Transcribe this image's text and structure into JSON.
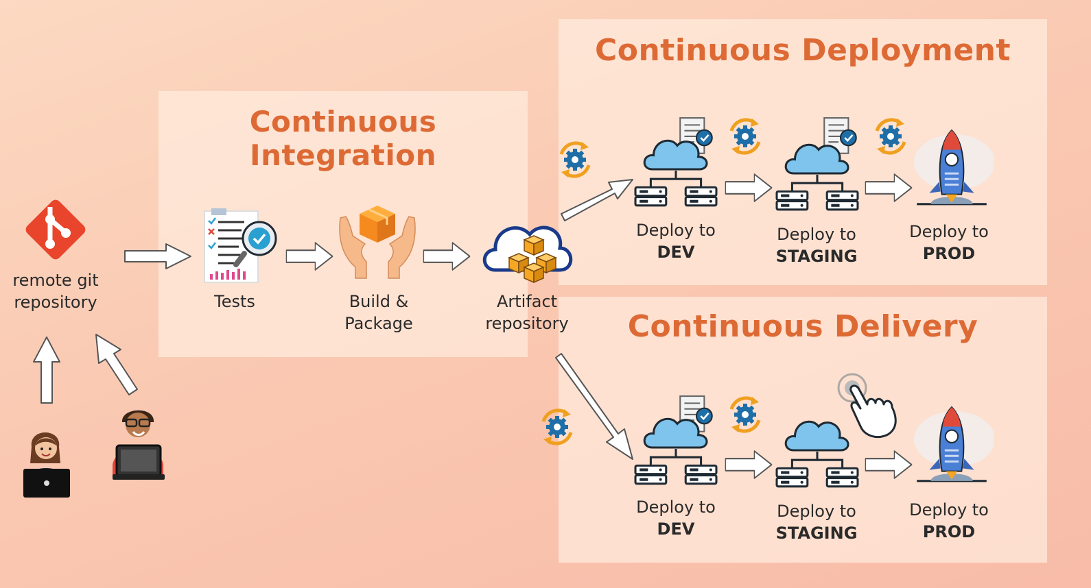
{
  "git": {
    "label_line1": "remote git",
    "label_line2": "repository"
  },
  "ci": {
    "title": "Continuous Integration",
    "tests_label": "Tests",
    "build_line1": "Build &",
    "build_line2": "Package",
    "artifact_line1": "Artifact",
    "artifact_line2": "repository"
  },
  "deployment": {
    "title": "Continuous Deployment",
    "stages": [
      {
        "prefix": "Deploy to",
        "env": "DEV"
      },
      {
        "prefix": "Deploy to",
        "env": "STAGING"
      },
      {
        "prefix": "Deploy to",
        "env": "PROD"
      }
    ]
  },
  "delivery": {
    "title": "Continuous Delivery",
    "stages": [
      {
        "prefix": "Deploy to",
        "env": "DEV"
      },
      {
        "prefix": "Deploy to",
        "env": "STAGING"
      },
      {
        "prefix": "Deploy to",
        "env": "PROD"
      }
    ]
  },
  "colors": {
    "title": "#dd6a35",
    "git": "#e8452c",
    "cloud": "#7ec4ec",
    "box": "#f5a623",
    "gear": "#1e6ea8",
    "rocket": "#4a7fd6"
  },
  "icons": [
    "git-icon",
    "tests-icon",
    "package-icon",
    "artifact-icon",
    "cloud-server-icon",
    "gear-cycle-icon",
    "rocket-icon",
    "hand-pointer-icon",
    "developer-icon"
  ]
}
